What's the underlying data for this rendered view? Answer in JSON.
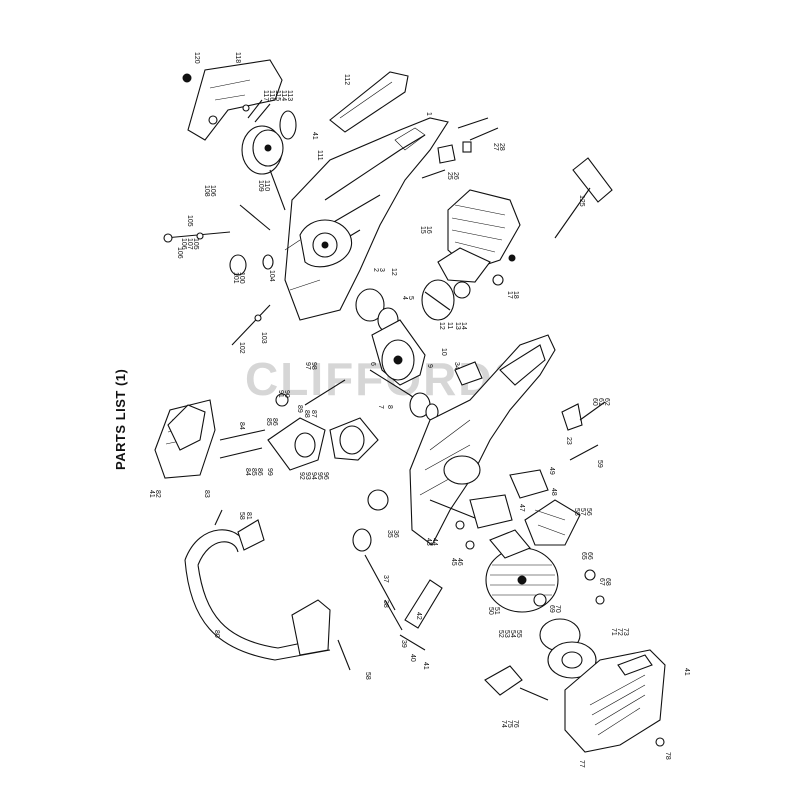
{
  "title": "PARTS LIST (1)",
  "watermark": "CLIFFORDS",
  "labels": [
    "120",
    "118",
    "117",
    "116",
    "115",
    "114",
    "113",
    "112",
    "1",
    "41",
    "27",
    "28",
    "25",
    "26",
    "111",
    "110",
    "109",
    "108",
    "106",
    "105",
    "106",
    "107",
    "105",
    "104",
    "106",
    "101",
    "100",
    "102",
    "103",
    "15",
    "16",
    "17",
    "18",
    "2",
    "3",
    "12",
    "4",
    "5",
    "13",
    "14",
    "11",
    "12",
    "10",
    "9",
    "6",
    "7",
    "8",
    "34",
    "97",
    "98",
    "89",
    "88",
    "87",
    "90",
    "91",
    "86",
    "85",
    "84",
    "84",
    "85",
    "86",
    "99",
    "92",
    "93",
    "94",
    "95",
    "96",
    "41",
    "82",
    "83",
    "60",
    "61",
    "62",
    "23",
    "59",
    "58",
    "57",
    "56",
    "48",
    "49",
    "47",
    "46",
    "45",
    "44",
    "43",
    "35",
    "36",
    "37",
    "38",
    "39",
    "40",
    "41",
    "42",
    "50",
    "51",
    "52",
    "53",
    "54",
    "55",
    "69",
    "70",
    "65",
    "66",
    "67",
    "68",
    "71",
    "72",
    "73",
    "80",
    "81",
    "58",
    "58",
    "125",
    "41",
    "74",
    "75",
    "76",
    "77",
    "78"
  ],
  "icons": [
    "hedge-trimmer-exploded-diagram"
  ]
}
